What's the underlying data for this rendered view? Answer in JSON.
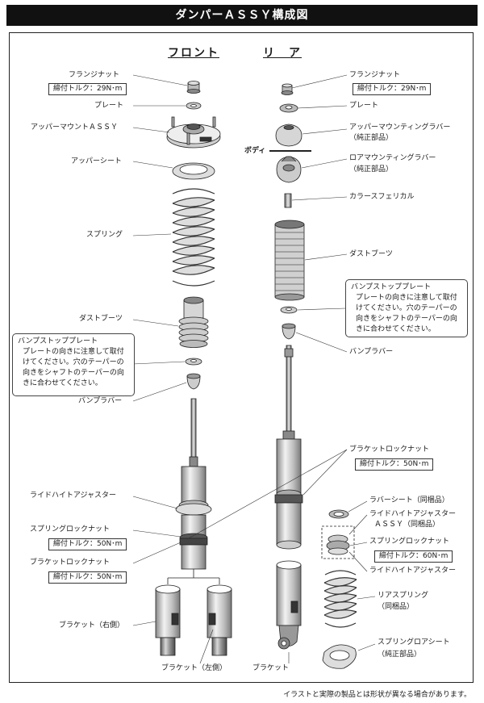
{
  "title": "ダンパーＡＳＳＹ構成図",
  "headings": {
    "front": "フロント",
    "rear": "リ　ア"
  },
  "body_label": "ボディ",
  "front": {
    "flange_nut": "フランジナット",
    "flange_nut_torque": "締付トルク：29N･m",
    "plate": "プレート",
    "upper_mount": "アッパーマウントＡＳＳＹ",
    "upper_seat": "アッパーシート",
    "spring": "スプリング",
    "dust_boot": "ダストブーツ",
    "bump_stop_title": "バンプストッププレート",
    "bump_stop_body": "プレートの向きに注意して取付けてください。穴のテーパーの向きをシャフトのテーパーの向きに合わせてください。",
    "bump_rubber": "バンプラバー",
    "ride_height_adjuster": "ライドハイトアジャスター",
    "spring_lock_nut": "スプリングロックナット",
    "spring_lock_torque": "締付トルク：50N･m",
    "bracket_lock_nut": "ブラケットロックナット",
    "bracket_lock_torque": "締付トルク：50N･m",
    "bracket_right": "ブラケット（右側）",
    "bracket_left": "ブラケット（左側）"
  },
  "rear": {
    "flange_nut": "フランジナット",
    "flange_nut_torque": "締付トルク：29N･m",
    "plate": "プレート",
    "upper_mounting_rubber": "アッパーマウンティングラバー",
    "upper_mounting_rubber_note": "（純正部品）",
    "lower_mounting_rubber": "ロアマウンティングラバー",
    "lower_mounting_rubber_note": "（純正部品）",
    "collar": "カラースフェリカル",
    "dust_boot": "ダストブーツ",
    "bump_stop_title": "バンプストッププレート",
    "bump_stop_body": "プレートの向きに注意して取付けてください。穴のテーパーの向きをシャフトのテーパーの向きに合わせてください。",
    "bump_rubber": "バンプラバー",
    "bracket_lock_nut": "ブラケットロックナット",
    "bracket_lock_torque": "締付トルク：50N･m",
    "rubber_seat": "ラバーシート（同梱品）",
    "ride_height_assy": "ライドハイトアジャスター",
    "ride_height_assy_2": "ＡＳＳＹ（同梱品）",
    "spring_lock_nut": "スプリングロックナット",
    "spring_lock_torque": "締付トルク：60N･m",
    "ride_height_adjuster": "ライドハイトアジャスター",
    "rear_spring": "リアスプリング",
    "rear_spring_note": "（同梱品）",
    "spring_lower_seat": "スプリングロアシート",
    "spring_lower_seat_note": "（純正部品）",
    "bracket": "ブラケット"
  },
  "footer": "イラストと実際の製品とは形状が異なる場合があります。"
}
